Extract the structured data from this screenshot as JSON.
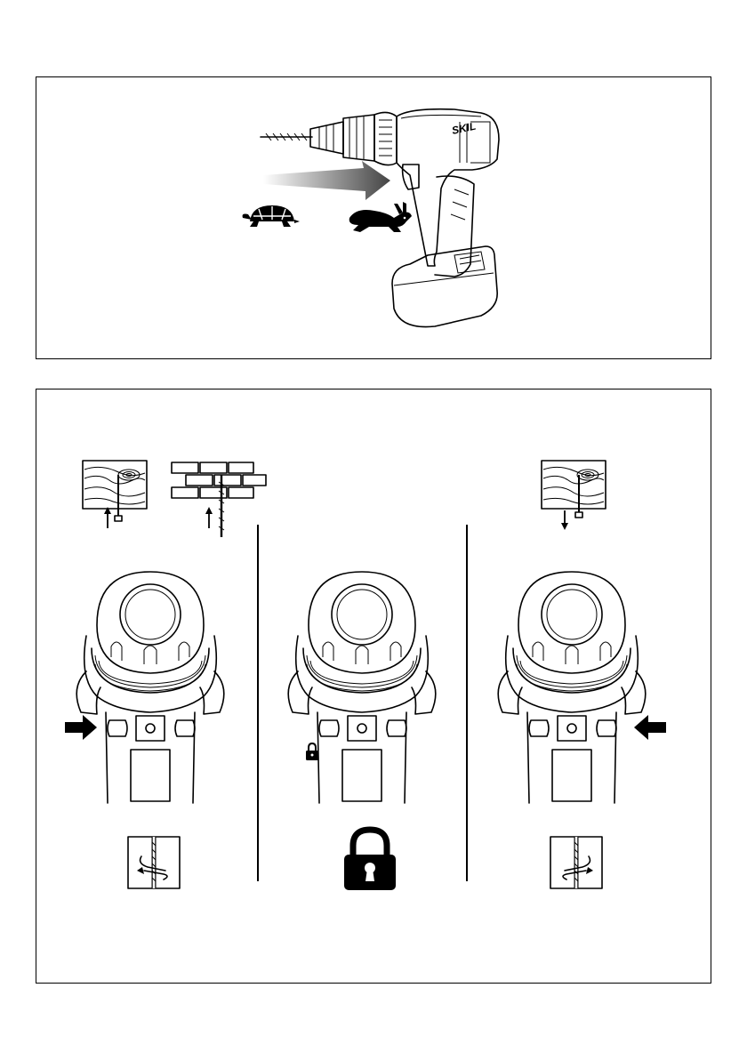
{
  "figure_top": {
    "brand_logo": "SKIL",
    "icons": [
      "turtle-icon",
      "rabbit-icon"
    ],
    "speed_arrow_gradient": [
      "#ffffff",
      "#4a4a4a"
    ]
  },
  "figure_bottom": {
    "positions": [
      {
        "id": "forward",
        "materials": [
          "wood",
          "brick"
        ],
        "symbol": "rotation-clockwise-icon"
      },
      {
        "id": "lock",
        "materials": [],
        "symbol": "padlock-icon"
      },
      {
        "id": "reverse",
        "materials": [
          "wood"
        ],
        "symbol": "rotation-counterclockwise-icon"
      }
    ],
    "switch_fill": "#c8c8c8"
  }
}
